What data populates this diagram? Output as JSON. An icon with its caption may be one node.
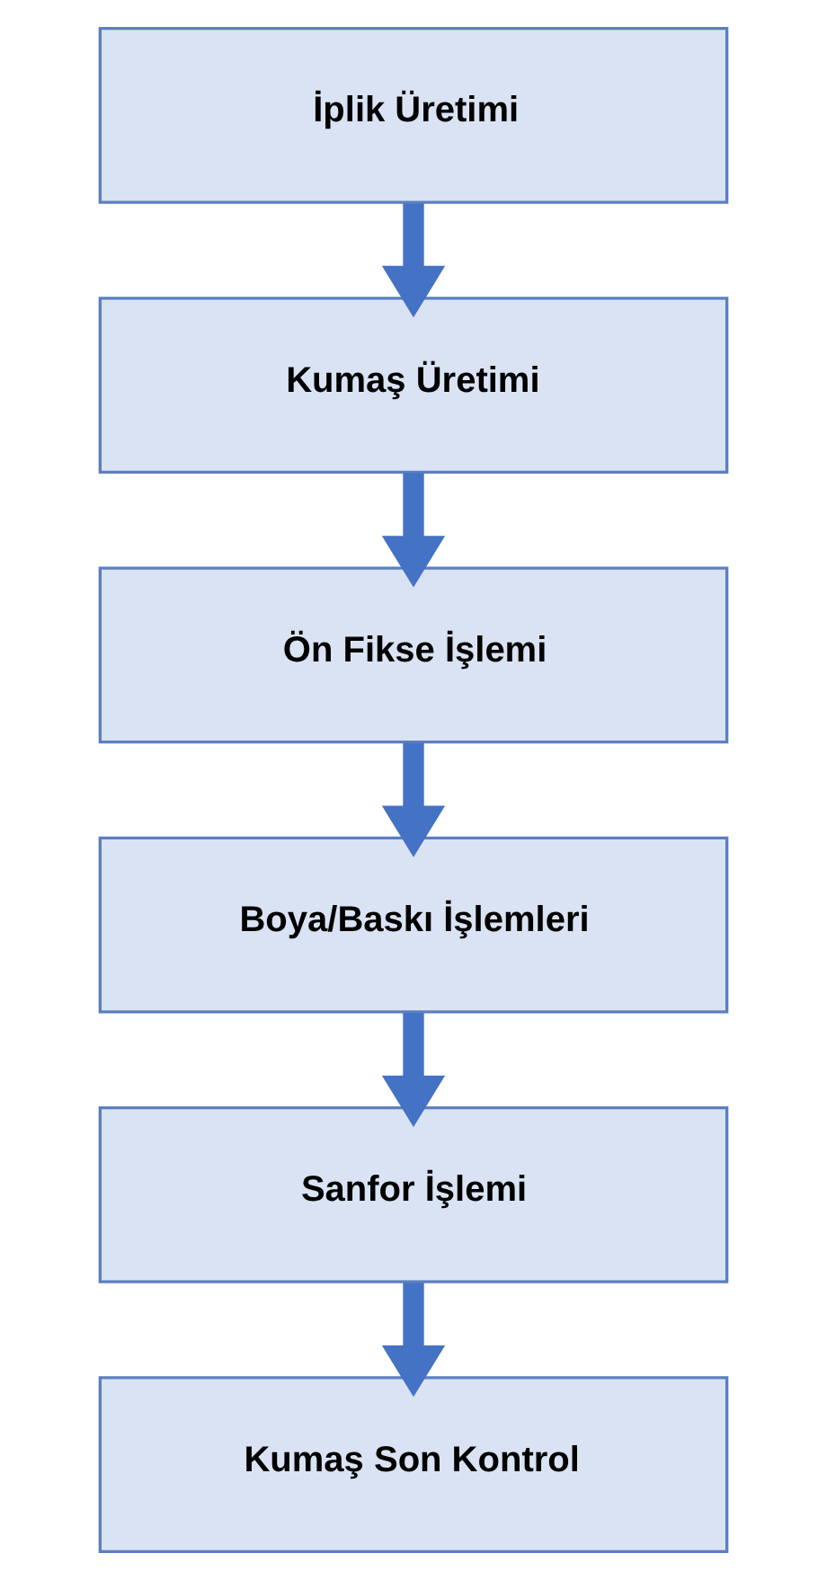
{
  "diagram": {
    "nodes": [
      {
        "text": [
          "İplik Üretimi"
        ]
      },
      {
        "text": [
          "Kumaş Üretimi"
        ]
      },
      {
        "text": [
          "Ön Fikse İşlemi"
        ]
      },
      {
        "text": [
          "Boya/Baskı İşlemleri"
        ]
      },
      {
        "text": [
          "Sanfor İşlemi"
        ]
      },
      {
        "text": [
          "Kumaş Son Kontrol"
        ]
      }
    ],
    "edges": [
      {
        "from": 0,
        "to": 1,
        "arrow": "to"
      },
      {
        "from": 1,
        "to": 2,
        "arrow": "to"
      },
      {
        "from": 2,
        "to": 3,
        "arrow": "to"
      },
      {
        "from": 3,
        "to": 4,
        "arrow": "to"
      },
      {
        "from": 4,
        "to": 5,
        "arrow": "to"
      }
    ]
  }
}
